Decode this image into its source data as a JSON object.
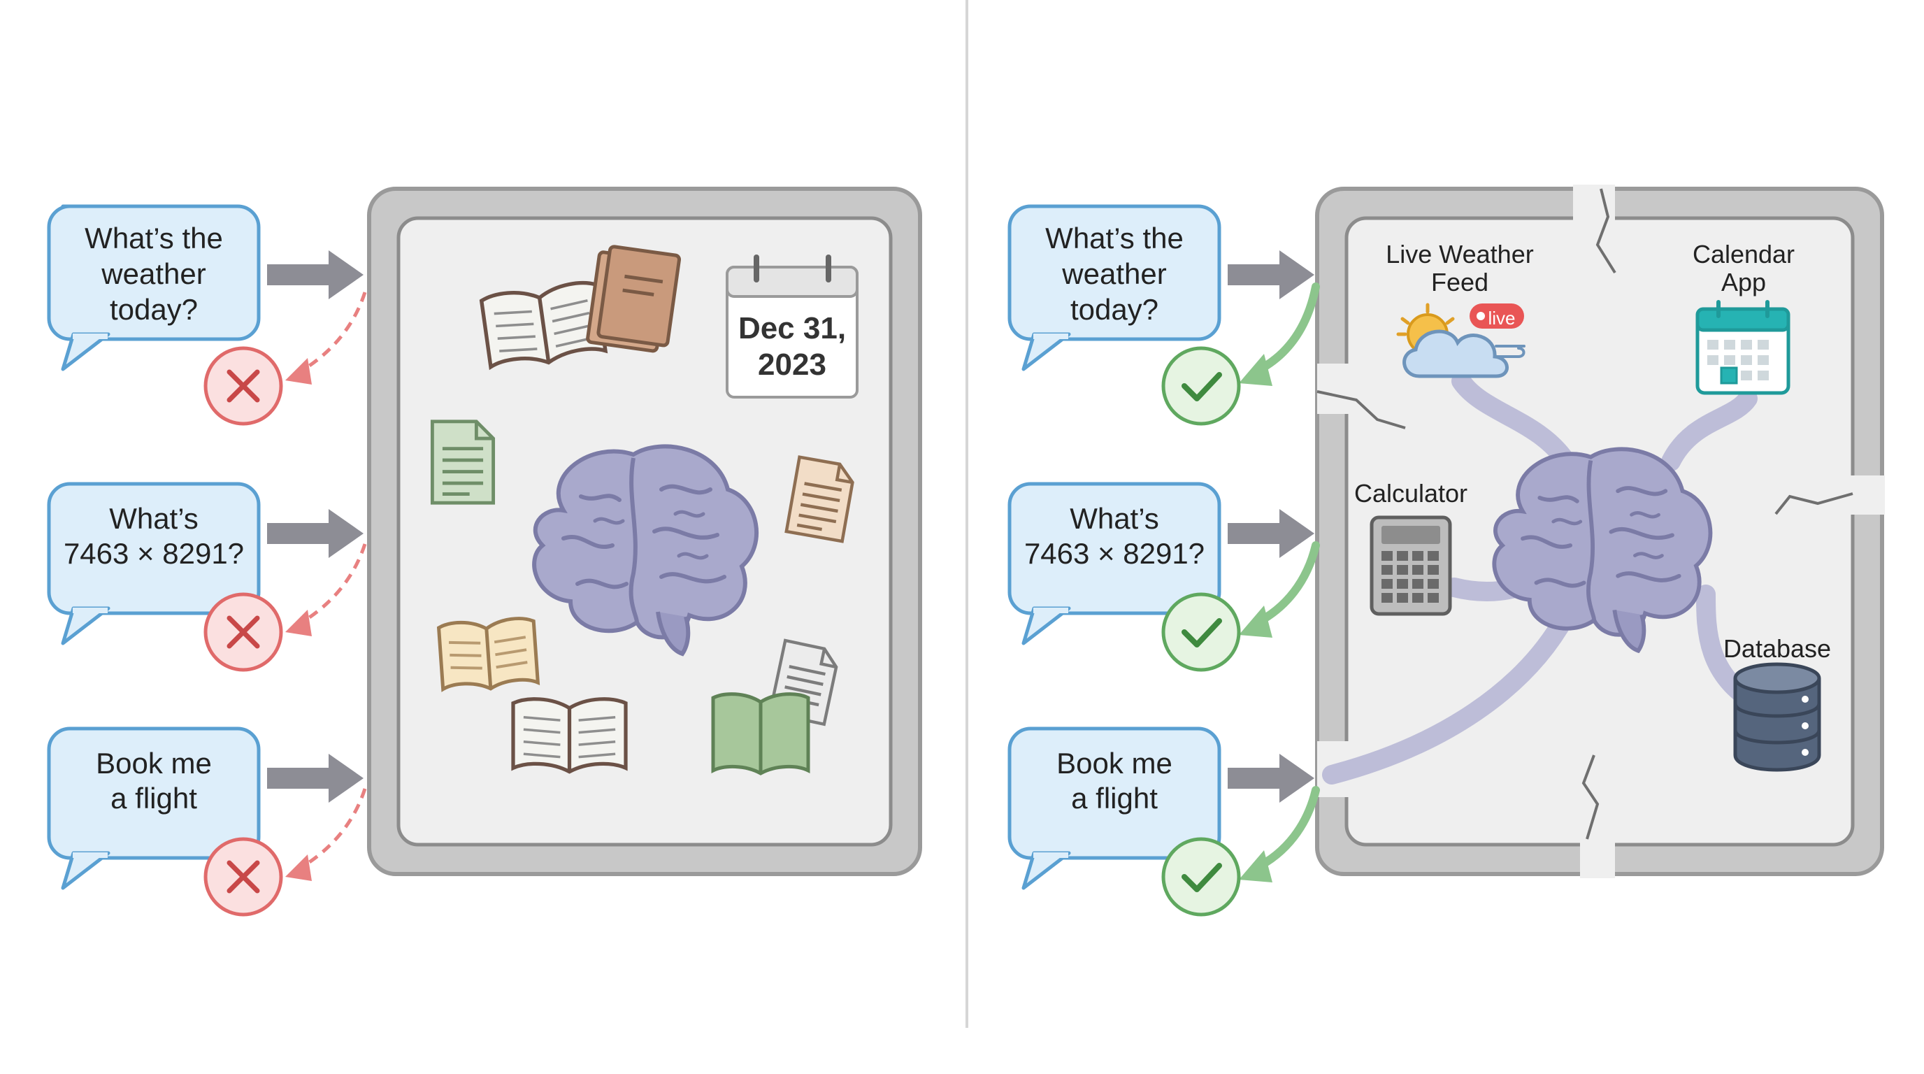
{
  "colors": {
    "bubble_fill": "#ddeefa",
    "bubble_stroke": "#5aa0d2",
    "frame_stroke": "#9a9a9a",
    "frame_fill": "#c8c8c8",
    "panel_fill": "#efefef",
    "brain": "#a9a9cc",
    "error": "#e06a6a",
    "success": "#6fb36f",
    "arrow_gray": "#8d8d95",
    "divider": "#d6d6d6"
  },
  "left": {
    "questions": [
      {
        "lines": [
          "What’s the",
          "weather",
          "today?"
        ]
      },
      {
        "lines": [
          "What’s",
          "7463 × 8291?"
        ]
      },
      {
        "lines": [
          "Book me",
          "a flight"
        ]
      }
    ],
    "calendar": {
      "line1": "Dec 31,",
      "line2": "2023"
    },
    "status_icon": "x-icon"
  },
  "right": {
    "questions": [
      {
        "lines": [
          "What’s the",
          "weather",
          "today?"
        ]
      },
      {
        "lines": [
          "What’s",
          "7463 × 8291?"
        ]
      },
      {
        "lines": [
          "Book me",
          "a flight"
        ]
      }
    ],
    "tools": {
      "weather": {
        "line1": "Live Weather",
        "line2": "Feed",
        "badge": "live"
      },
      "calendar": {
        "line1": "Calendar",
        "line2": "App"
      },
      "calculator": {
        "label": "Calculator"
      },
      "database": {
        "label": "Database"
      }
    },
    "status_icon": "check-icon"
  }
}
